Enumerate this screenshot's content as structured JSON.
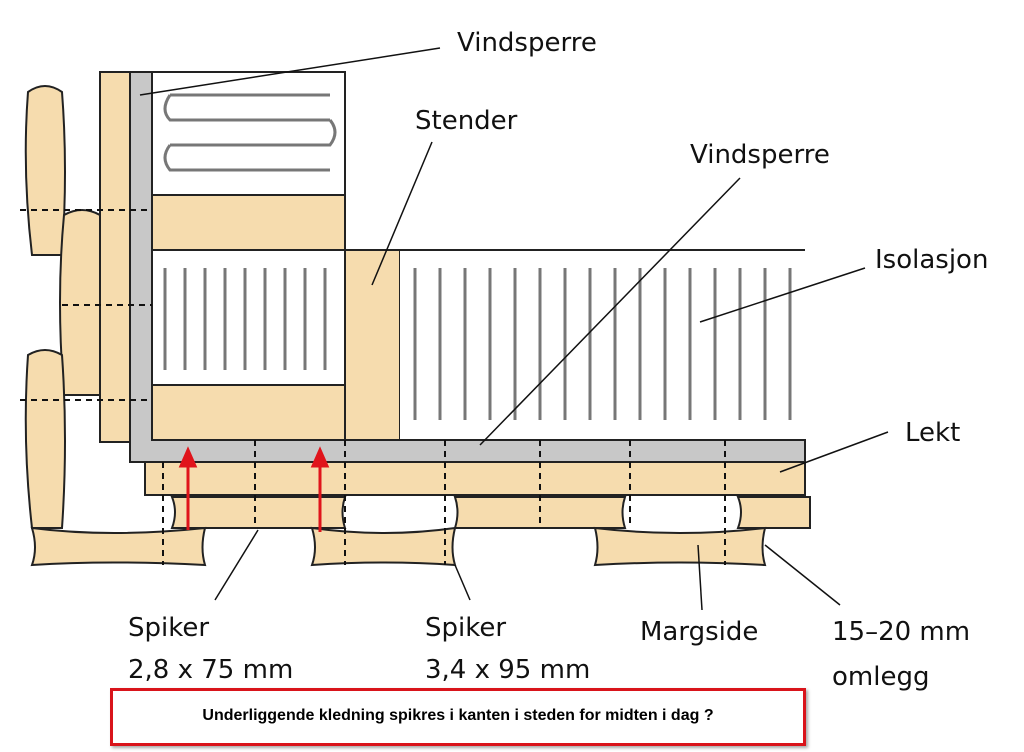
{
  "labels": {
    "vindsperre_top": "Vindsperre",
    "stender": "Stender",
    "vindsperre_mid": "Vindsperre",
    "isolasjon": "Isolasjon",
    "lekt": "Lekt",
    "spiker1": "Spiker",
    "spiker1_size": "2,8 x 75 mm",
    "spiker2": "Spiker",
    "spiker2_size": "3,4 x 95 mm",
    "margside": "Margside",
    "omlegg_size": "15–20 mm",
    "omlegg": "omlegg"
  },
  "caption": "Underliggende kledning spikres i kanten i steden for midten i dag ?",
  "colors": {
    "wood": "#f6dcae",
    "wood_line": "#6b5a44",
    "membrane": "#c8c8c8",
    "arrow": "#e0141b",
    "caption_border": "#d9141b"
  }
}
